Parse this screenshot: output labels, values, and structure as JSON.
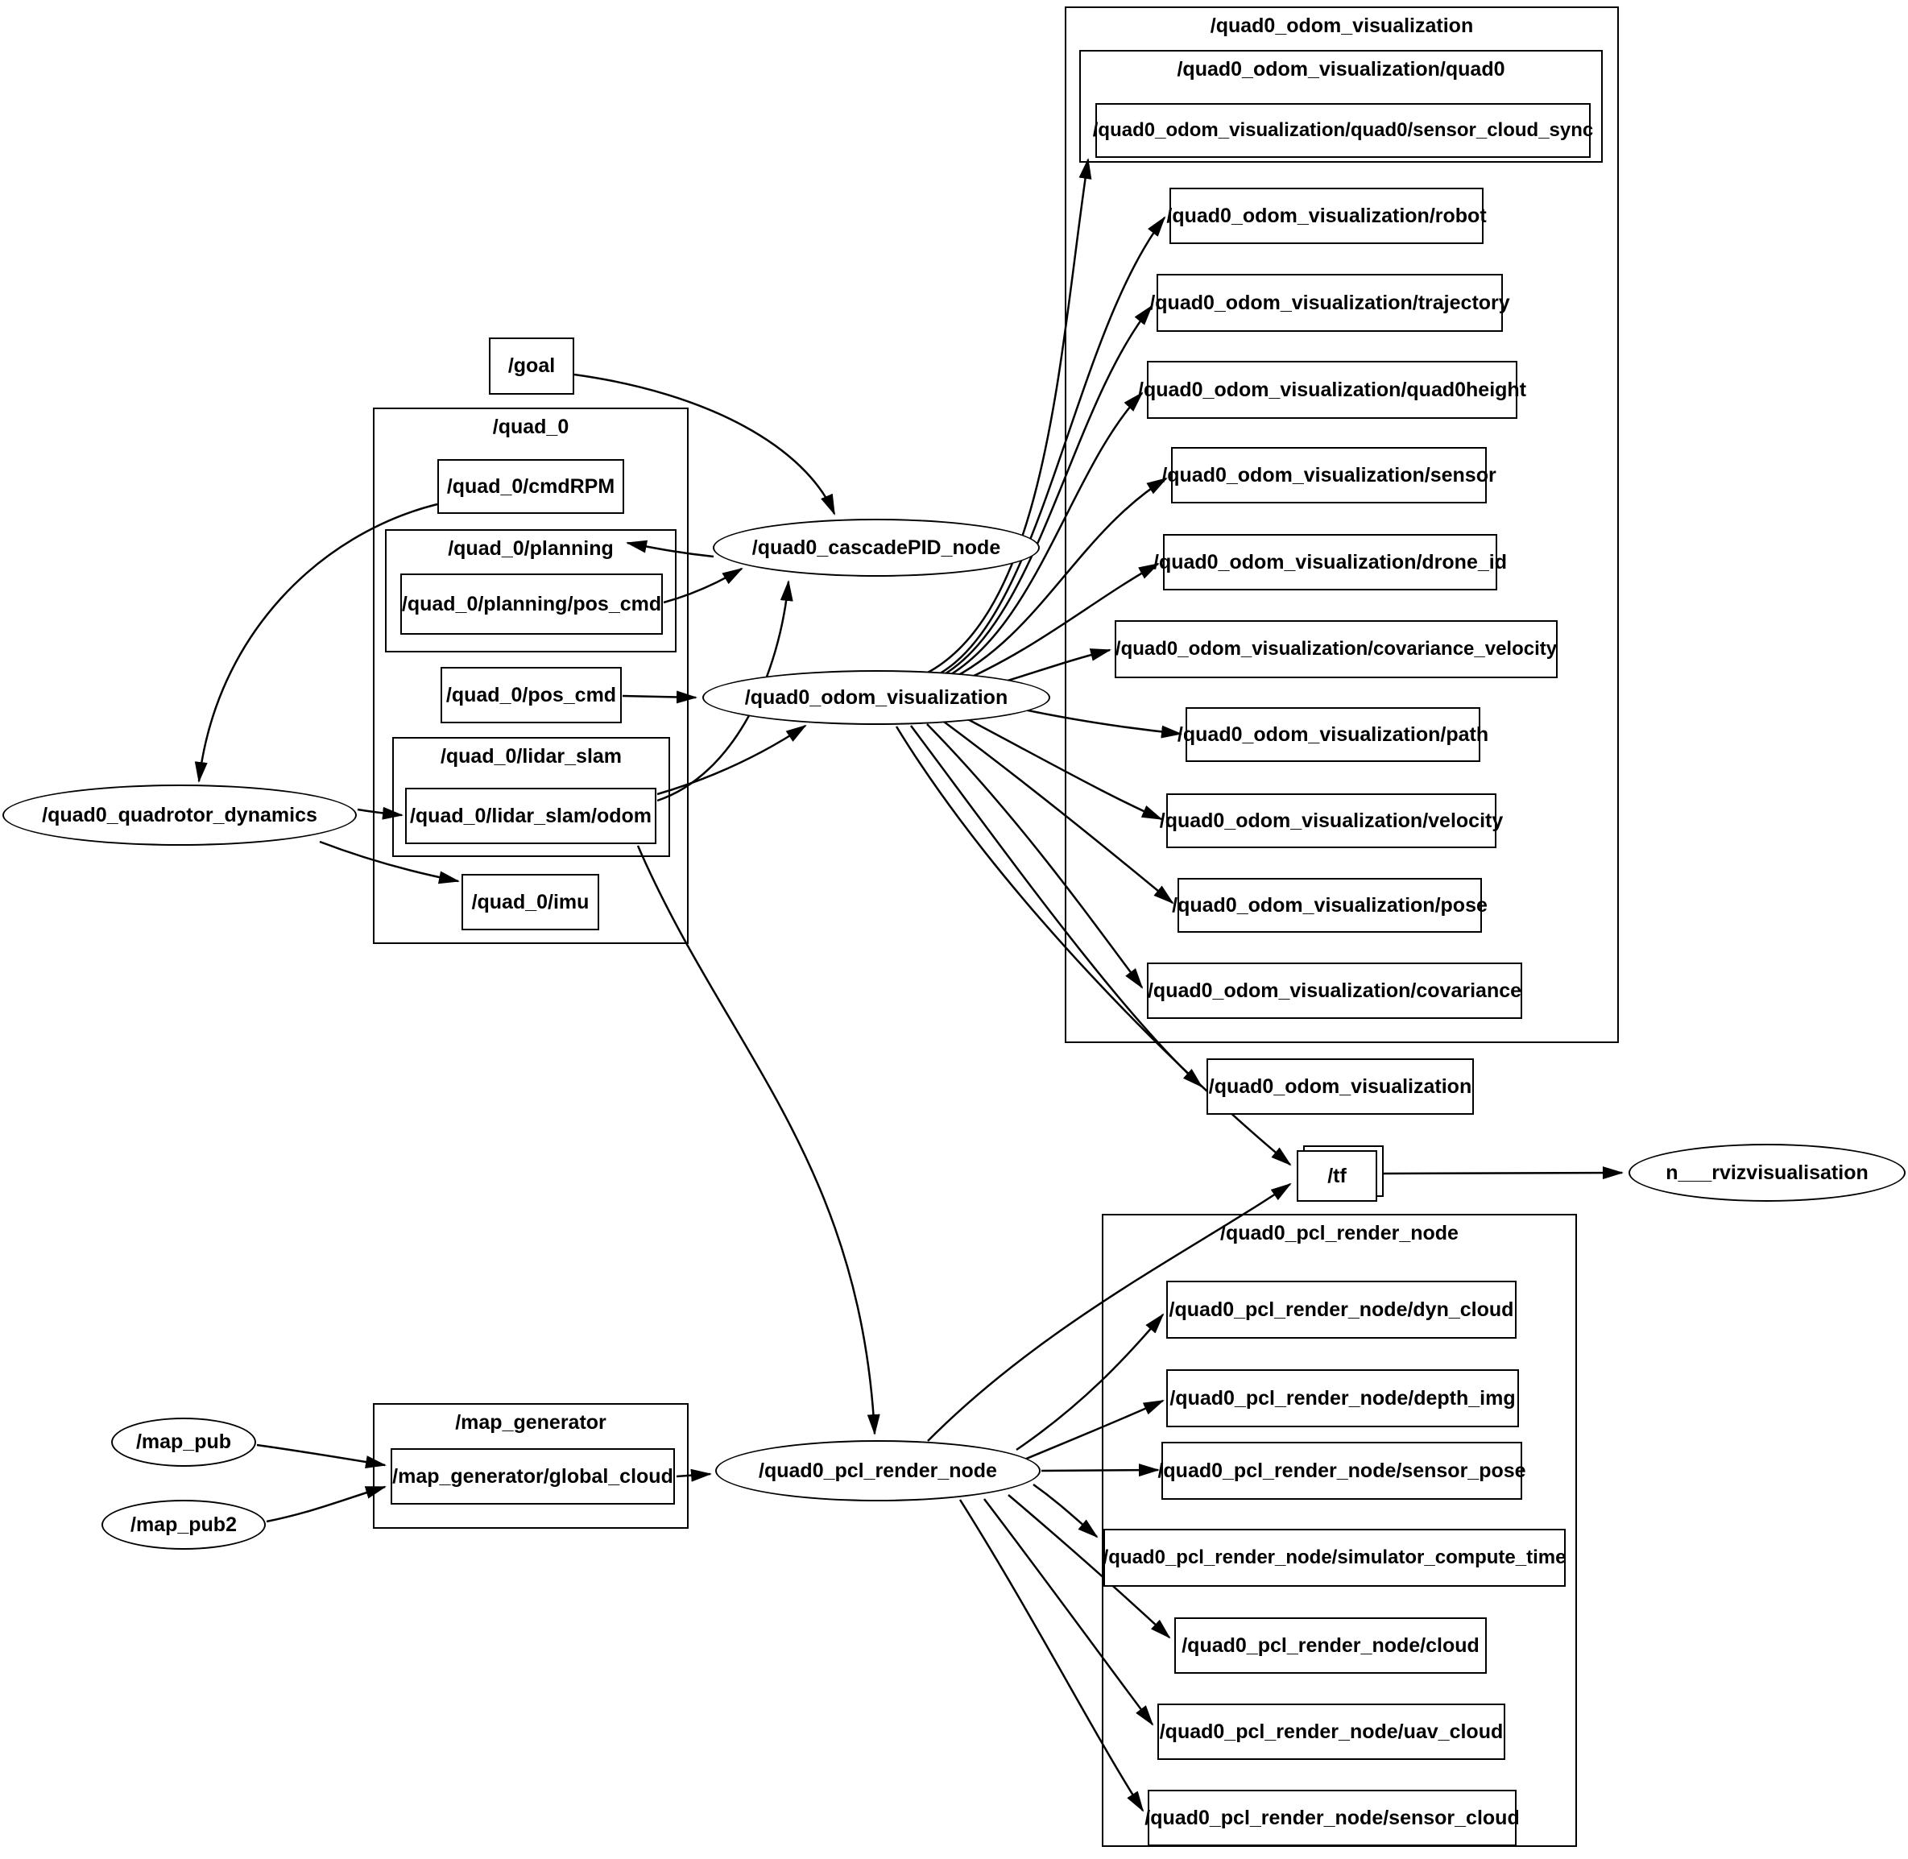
{
  "colors": {
    "background": "#ffffff",
    "stroke": "#000000",
    "text": "#000000"
  },
  "nodes": {
    "quadrotor_dynamics": {
      "label": "/quad0_quadrotor_dynamics"
    },
    "cascade_pid": {
      "label": "/quad0_cascadePID_node"
    },
    "odom_visualization": {
      "label": "/quad0_odom_visualization"
    },
    "pcl_render": {
      "label": "/quad0_pcl_render_node"
    },
    "map_pub": {
      "label": "/map_pub"
    },
    "map_pub2": {
      "label": "/map_pub2"
    },
    "rviz": {
      "label": "n___rvizvisualisation"
    }
  },
  "clusters": {
    "quad_0": {
      "title": "/quad_0"
    },
    "planning": {
      "title": "/quad_0/planning"
    },
    "lidar_slam": {
      "title": "/quad_0/lidar_slam"
    },
    "odom_viz": {
      "title": "/quad0_odom_visualization"
    },
    "odom_viz_quad0": {
      "title": "/quad0_odom_visualization/quad0"
    },
    "map_generator": {
      "title": "/map_generator"
    },
    "pcl_render": {
      "title": "/quad0_pcl_render_node"
    }
  },
  "topics": {
    "goal": "/goal",
    "cmdRPM": "/quad_0/cmdRPM",
    "planning_pos_cmd": "/quad_0/planning/pos_cmd",
    "pos_cmd": "/quad_0/pos_cmd",
    "lidar_odom": "/quad_0/lidar_slam/odom",
    "imu": "/quad_0/imu",
    "sensor_cloud_sync": "/quad0_odom_visualization/quad0/sensor_cloud_sync",
    "robot": "/quad0_odom_visualization/robot",
    "trajectory": "/quad0_odom_visualization/trajectory",
    "quad0height": "/quad0_odom_visualization/quad0height",
    "sensor": "/quad0_odom_visualization/sensor",
    "drone_id": "/quad0_odom_visualization/drone_id",
    "covariance_velocity": "/quad0_odom_visualization/covariance_velocity",
    "path": "/quad0_odom_visualization/path",
    "velocity": "/quad0_odom_visualization/velocity",
    "pose": "/quad0_odom_visualization/pose",
    "covariance": "/quad0_odom_visualization/covariance",
    "odom_visualization_topic": "/quad0_odom_visualization",
    "tf": "/tf",
    "global_cloud": "/map_generator/global_cloud",
    "dyn_cloud": "/quad0_pcl_render_node/dyn_cloud",
    "depth_img": "/quad0_pcl_render_node/depth_img",
    "sensor_pose": "/quad0_pcl_render_node/sensor_pose",
    "simulator_compute_time": "/quad0_pcl_render_node/simulator_compute_time",
    "cloud": "/quad0_pcl_render_node/cloud",
    "uav_cloud": "/quad0_pcl_render_node/uav_cloud",
    "sensor_cloud": "/quad0_pcl_render_node/sensor_cloud"
  },
  "edges": [
    {
      "from": "/goal",
      "to": "/quad0_cascadePID_node"
    },
    {
      "from": "/quad_0/planning/pos_cmd",
      "to": "/quad0_cascadePID_node"
    },
    {
      "from": "/quad_0/lidar_slam/odom",
      "to": "/quad0_cascadePID_node"
    },
    {
      "from": "/quad0_cascadePID_node",
      "to": "/quad_0/cmdRPM"
    },
    {
      "from": "/quad_0/cmdRPM",
      "to": "/quad0_quadrotor_dynamics"
    },
    {
      "from": "/quad0_quadrotor_dynamics",
      "to": "/quad_0/lidar_slam/odom"
    },
    {
      "from": "/quad0_quadrotor_dynamics",
      "to": "/quad_0/imu"
    },
    {
      "from": "/quad_0/pos_cmd",
      "to": "/quad0_odom_visualization"
    },
    {
      "from": "/quad_0/lidar_slam/odom",
      "to": "/quad0_odom_visualization"
    },
    {
      "from": "/quad0_odom_visualization",
      "to": "/quad0_odom_visualization/quad0/sensor_cloud_sync"
    },
    {
      "from": "/quad0_odom_visualization",
      "to": "/quad0_odom_visualization/robot"
    },
    {
      "from": "/quad0_odom_visualization",
      "to": "/quad0_odom_visualization/trajectory"
    },
    {
      "from": "/quad0_odom_visualization",
      "to": "/quad0_odom_visualization/quad0height"
    },
    {
      "from": "/quad0_odom_visualization",
      "to": "/quad0_odom_visualization/sensor"
    },
    {
      "from": "/quad0_odom_visualization",
      "to": "/quad0_odom_visualization/drone_id"
    },
    {
      "from": "/quad0_odom_visualization",
      "to": "/quad0_odom_visualization/covariance_velocity"
    },
    {
      "from": "/quad0_odom_visualization",
      "to": "/quad0_odom_visualization/path"
    },
    {
      "from": "/quad0_odom_visualization",
      "to": "/quad0_odom_visualization/velocity"
    },
    {
      "from": "/quad0_odom_visualization",
      "to": "/quad0_odom_visualization/pose"
    },
    {
      "from": "/quad0_odom_visualization",
      "to": "/quad0_odom_visualization/covariance"
    },
    {
      "from": "/quad0_odom_visualization",
      "to": "/quad0_odom_visualization (topic)"
    },
    {
      "from": "/quad0_odom_visualization",
      "to": "/tf"
    },
    {
      "from": "/quad0_pcl_render_node",
      "to": "/tf"
    },
    {
      "from": "/tf",
      "to": "n___rvizvisualisation"
    },
    {
      "from": "/map_pub",
      "to": "/map_generator/global_cloud"
    },
    {
      "from": "/map_pub2",
      "to": "/map_generator/global_cloud"
    },
    {
      "from": "/map_generator/global_cloud",
      "to": "/quad0_pcl_render_node"
    },
    {
      "from": "/quad_0/lidar_slam/odom",
      "to": "/quad0_pcl_render_node"
    },
    {
      "from": "/quad0_pcl_render_node",
      "to": "/quad0_pcl_render_node/dyn_cloud"
    },
    {
      "from": "/quad0_pcl_render_node",
      "to": "/quad0_pcl_render_node/depth_img"
    },
    {
      "from": "/quad0_pcl_render_node",
      "to": "/quad0_pcl_render_node/sensor_pose"
    },
    {
      "from": "/quad0_pcl_render_node",
      "to": "/quad0_pcl_render_node/simulator_compute_time"
    },
    {
      "from": "/quad0_pcl_render_node",
      "to": "/quad0_pcl_render_node/cloud"
    },
    {
      "from": "/quad0_pcl_render_node",
      "to": "/quad0_pcl_render_node/uav_cloud"
    },
    {
      "from": "/quad0_pcl_render_node",
      "to": "/quad0_pcl_render_node/sensor_cloud"
    }
  ]
}
